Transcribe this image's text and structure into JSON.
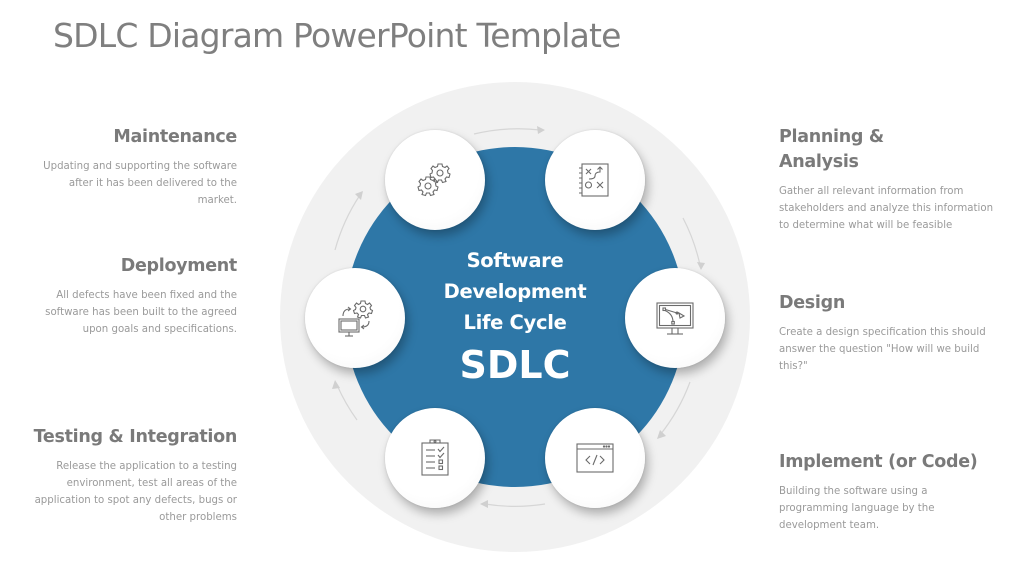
{
  "title": "SDLC Diagram PowerPoint Template",
  "center": {
    "lines": [
      "Software",
      "Development",
      "Life Cycle"
    ],
    "acronym": "SDLC",
    "color": "#2e77a7"
  },
  "stages": [
    {
      "id": "planning",
      "heading_lines": [
        "Planning &",
        "Analysis"
      ],
      "description": "Gather all relevant information from stakeholders and analyze this information to determine what will be feasible",
      "icon": "strategy-board-icon"
    },
    {
      "id": "design",
      "heading_lines": [
        "Design"
      ],
      "description": "Create a design specification this should answer the question \"How will we build this?\"",
      "icon": "vector-design-monitor-icon"
    },
    {
      "id": "implement",
      "heading_lines": [
        "Implement (or Code)"
      ],
      "description": "Building the software using a programming language by the development team.",
      "icon": "code-window-icon"
    },
    {
      "id": "testing",
      "heading_lines": [
        "Testing & Integration"
      ],
      "description": "Release the application to a testing environment, test all areas of the application to spot any defects, bugs or other problems",
      "icon": "checklist-clipboard-icon"
    },
    {
      "id": "deployment",
      "heading_lines": [
        "Deployment"
      ],
      "description": "All defects have been fixed and the software has been built to the agreed upon goals and specifications.",
      "icon": "monitor-gear-sync-icon"
    },
    {
      "id": "maintenance",
      "heading_lines": [
        "Maintenance"
      ],
      "description": "Updating and supporting the software after it has been delivered to the market.",
      "icon": "gears-icon"
    }
  ]
}
